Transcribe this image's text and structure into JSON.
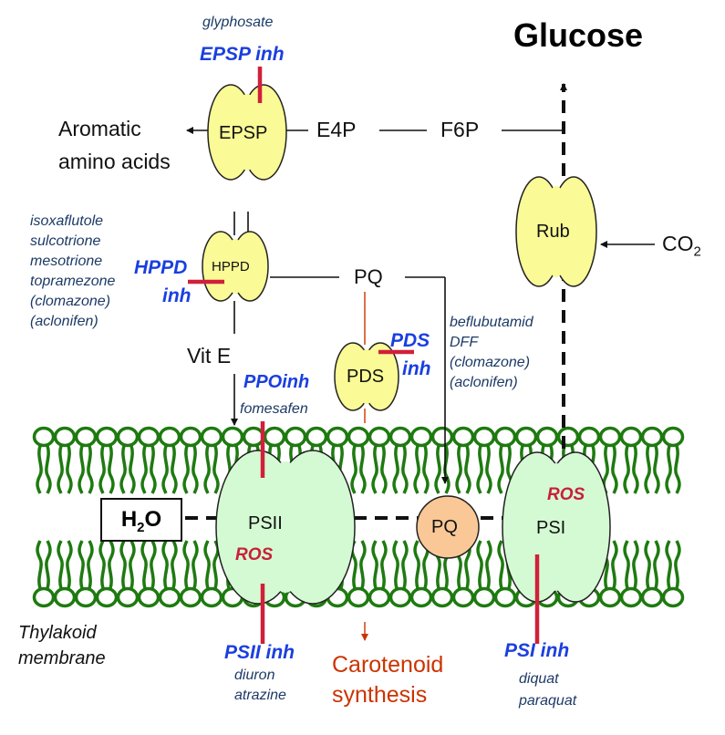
{
  "title": "Glucose",
  "metabolites": {
    "aromatic": [
      "Aromatic",
      "amino acids"
    ],
    "e4p": "E4P",
    "f6p": "F6P",
    "pq_top": "PQ",
    "vit_e": "Vit E",
    "co2_base": "CO",
    "co2_sub": "2",
    "h2o_h": "H",
    "h2o_sub": "2",
    "h2o_o": "O"
  },
  "enzymes": {
    "epsp": "EPSP",
    "hppd": "HPPD",
    "pds": "PDS",
    "rub": "Rub",
    "psii": "PSII",
    "psi": "PSI",
    "pq": "PQ"
  },
  "inhibitors": {
    "epsp": {
      "drug": "glyphosate",
      "label": "EPSP inh"
    },
    "hppd": {
      "drugs": [
        "isoxaflutole",
        "sulcotrione",
        "mesotrione",
        "topramezone",
        "(clomazone)",
        "(aclonifen)"
      ],
      "label": [
        "HPPD",
        "inh"
      ]
    },
    "pds": {
      "drugs": [
        "beflubutamid",
        "DFF",
        "(clomazone)",
        "(aclonifen)"
      ],
      "label": [
        "PDS",
        "inh"
      ]
    },
    "ppo": {
      "label": "PPOinh",
      "drug": "fomesafen"
    },
    "psii": {
      "label": "PSII inh",
      "drugs": [
        "diuron",
        "atrazine"
      ]
    },
    "psi": {
      "label": "PSI inh",
      "drugs": [
        "diquat",
        "paraquat"
      ]
    }
  },
  "ros": "ROS",
  "carotenoid": [
    "Carotenoid",
    "synthesis"
  ],
  "membrane_label": [
    "Thylakoid",
    "membrane"
  ],
  "colors": {
    "enzyme_fill": "#fafa96",
    "photosystem_fill": "#d4fad4",
    "pq_fill": "#f9c896",
    "membrane": "#1e7a10",
    "inhibition_bar": "#d0203a",
    "inhibitor_text": "#1a3fe0",
    "drug_text": "#1c3a66",
    "carotenoid_text": "#cc3300"
  }
}
